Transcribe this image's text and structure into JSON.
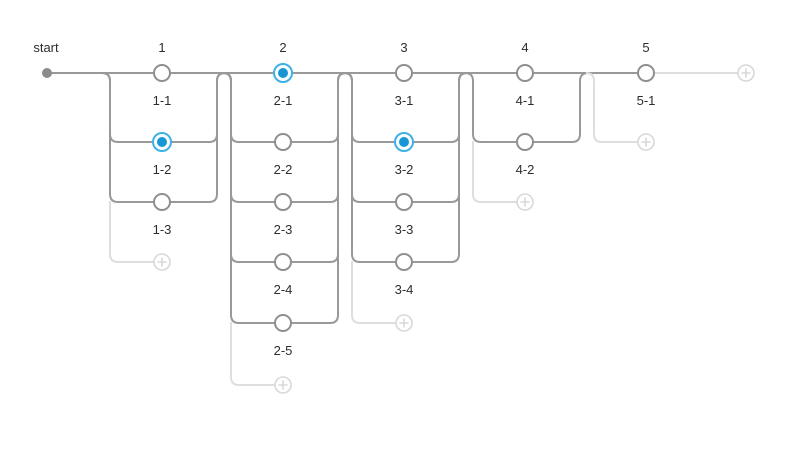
{
  "app": {
    "name": "branch flow editor"
  },
  "colors": {
    "background": "#ffffff",
    "line": "#999999",
    "line_light": "#dedede",
    "node_border": "#8f8f8f",
    "node_fill": "#ffffff",
    "selected_ring": "#3eb1e5",
    "selected_dot": "#1897d5",
    "start_fill": "#8c8c8c",
    "plus": "#d8d8d8",
    "text": "#2d2d2d"
  },
  "start": {
    "label": "start"
  },
  "columns": [
    {
      "header": "1",
      "branches": [
        {
          "label": "1-1",
          "selected": false
        },
        {
          "label": "1-2",
          "selected": true
        },
        {
          "label": "1-3",
          "selected": false
        }
      ],
      "add_button": {
        "icon": "plus-icon"
      }
    },
    {
      "header": "2",
      "branches": [
        {
          "label": "2-1",
          "selected": true
        },
        {
          "label": "2-2",
          "selected": false
        },
        {
          "label": "2-3",
          "selected": false
        },
        {
          "label": "2-4",
          "selected": false
        },
        {
          "label": "2-5",
          "selected": false
        }
      ],
      "add_button": {
        "icon": "plus-icon"
      }
    },
    {
      "header": "3",
      "branches": [
        {
          "label": "3-1",
          "selected": false
        },
        {
          "label": "3-2",
          "selected": true
        },
        {
          "label": "3-3",
          "selected": false
        },
        {
          "label": "3-4",
          "selected": false
        }
      ],
      "add_button": {
        "icon": "plus-icon"
      }
    },
    {
      "header": "4",
      "branches": [
        {
          "label": "4-1",
          "selected": false
        },
        {
          "label": "4-2",
          "selected": false
        }
      ],
      "add_button": {
        "icon": "plus-icon"
      }
    },
    {
      "header": "5",
      "branches": [
        {
          "label": "5-1",
          "selected": false
        }
      ],
      "add_button": {
        "icon": "plus-icon"
      }
    }
  ],
  "end_add_button": {
    "icon": "plus-icon"
  }
}
